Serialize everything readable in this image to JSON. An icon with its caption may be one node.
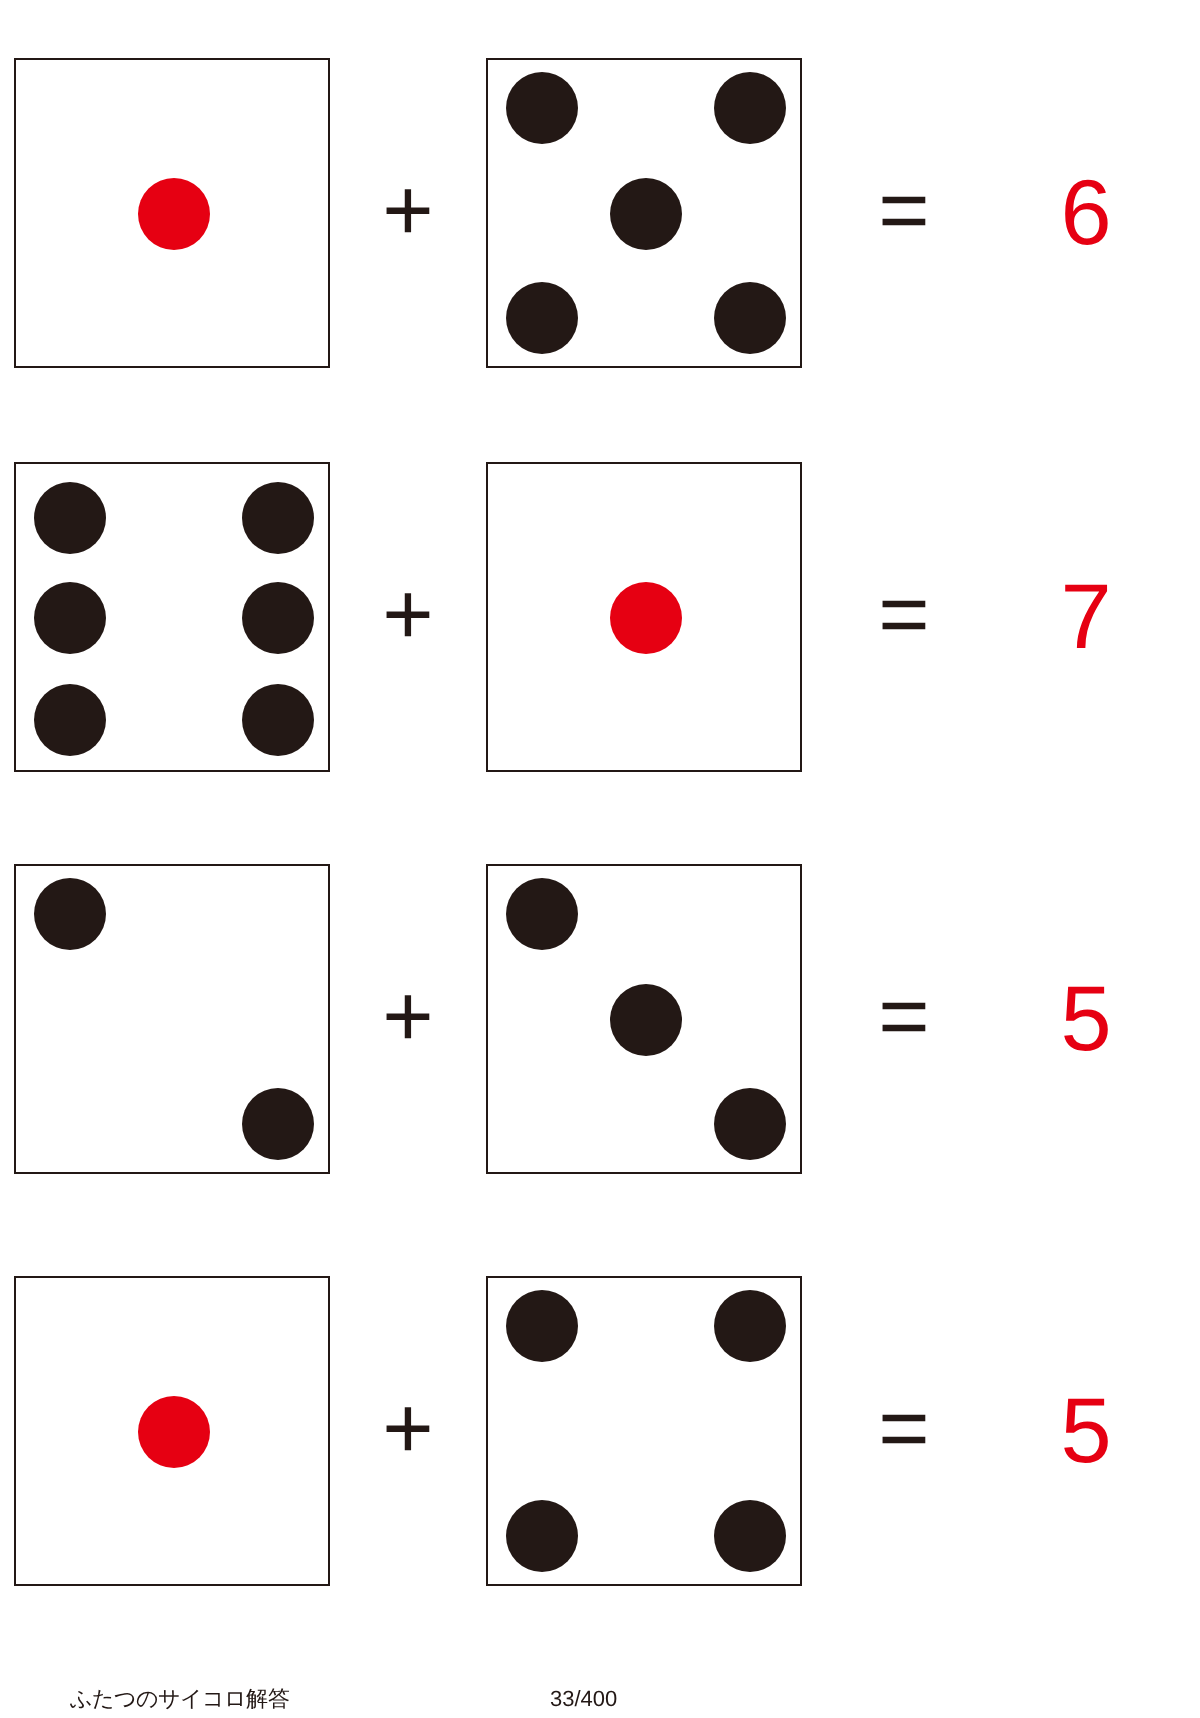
{
  "diagram": {
    "nodes": [
      {
        "text": [],
        "shape": "box"
      },
      {
        "text": [],
        "shape": "box"
      },
      {
        "text": [],
        "shape": "box"
      },
      {
        "text": [],
        "shape": "box"
      },
      {
        "text": [],
        "shape": "box"
      },
      {
        "text": [],
        "shape": "box"
      },
      {
        "text": [],
        "shape": "box"
      },
      {
        "text": [],
        "shape": "box"
      }
    ],
    "labels": [
      "+",
      "=",
      "6",
      "+",
      "=",
      "7",
      "+",
      "=",
      "5",
      "+",
      "=",
      "5",
      "ふたつのサイコロ解答",
      "33/400"
    ]
  }
}
